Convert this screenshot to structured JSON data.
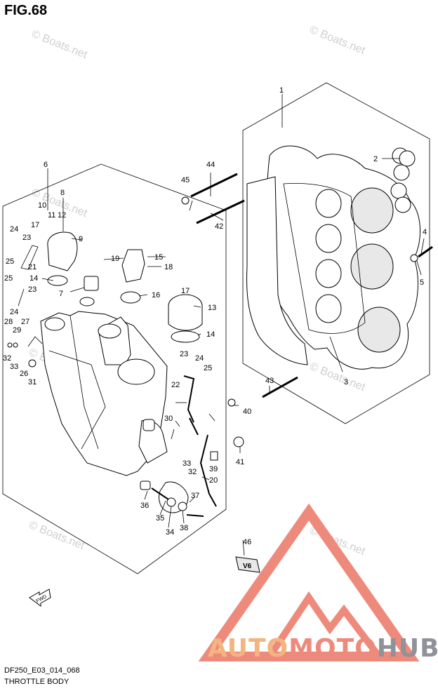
{
  "figure": {
    "title": "FIG.68",
    "code": "DF250_E03_014_068",
    "name": "THROTTLE BODY"
  },
  "watermarks": [
    "© Boats.net",
    "© Boats.net",
    "© Boats.net",
    "© Boats.net",
    "© Boats.net",
    "© Boats.net",
    "© Boats.net"
  ],
  "fwd_label": "FWD",
  "v6_label": "V6",
  "logo": {
    "part1": "AUTO",
    "part2": "MOTO",
    "part3": "HUB",
    "colors": {
      "triangle": "#ee8a7c",
      "auto": "#f3b57f",
      "hub": "#8f9298"
    }
  },
  "callouts": [
    "1",
    "2",
    "3",
    "4",
    "5",
    "6",
    "7",
    "8",
    "9",
    "10",
    "11",
    "12",
    "13",
    "14",
    "14",
    "15",
    "16",
    "17",
    "17",
    "18",
    "19",
    "20",
    "21",
    "22",
    "23",
    "23",
    "23",
    "24",
    "24",
    "24",
    "25",
    "25",
    "25",
    "26",
    "27",
    "28",
    "29",
    "30",
    "31",
    "32",
    "32",
    "33",
    "33",
    "34",
    "35",
    "36",
    "37",
    "38",
    "39",
    "40",
    "41",
    "42",
    "43",
    "44",
    "45",
    "46"
  ]
}
